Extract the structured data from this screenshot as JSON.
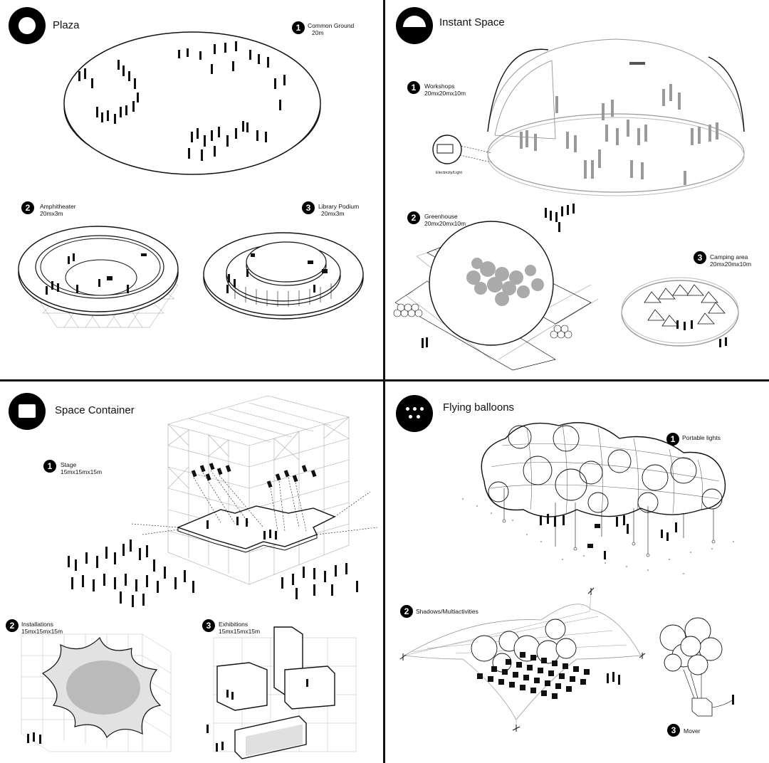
{
  "quadrants": {
    "plaza": {
      "title": "Plaza",
      "items": [
        {
          "num": "1",
          "name": "Common Ground",
          "dims": "20m"
        },
        {
          "num": "2",
          "name": "Amphitheater",
          "dims": "20mx3m"
        },
        {
          "num": "3",
          "name": "Library Podium",
          "dims": "20mx3m"
        }
      ]
    },
    "instant_space": {
      "title": "Instant Space",
      "items": [
        {
          "num": "1",
          "name": "Workshops",
          "dims": "20mx20mx10m"
        },
        {
          "num": "2",
          "name": "Greenhouse",
          "dims": "20mx20mx10m"
        },
        {
          "num": "3",
          "name": "Camping area",
          "dims": "20mx20mx10m"
        }
      ],
      "callout": "Electricity/Light"
    },
    "space_container": {
      "title": "Space Container",
      "items": [
        {
          "num": "1",
          "name": "Stage",
          "dims": "15mx15mx15m"
        },
        {
          "num": "2",
          "name": "Installations",
          "dims": "15mx15mx15m"
        },
        {
          "num": "3",
          "name": "Exhibitions",
          "dims": "15mx15mx15m"
        }
      ]
    },
    "flying_balloons": {
      "title": "Flying balloons",
      "items": [
        {
          "num": "1",
          "name": "Portable lights"
        },
        {
          "num": "2",
          "name": "Shadows/Multiactivities"
        },
        {
          "num": "3",
          "name": "Mover"
        }
      ]
    }
  }
}
